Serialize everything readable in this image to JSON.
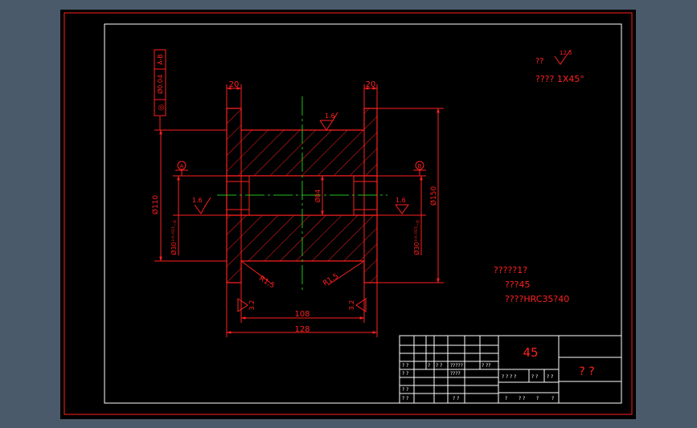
{
  "colors": {
    "background": "#4a5a6a",
    "paper": "#000000",
    "line": "#ff2020",
    "frame": "#ffffff",
    "centerline": "#20c020"
  },
  "dimensions": {
    "flange_width_left": "20",
    "flange_width_right": "20",
    "total_length": "128",
    "inner_length": "108",
    "diam_outer": "Ø150",
    "diam_hub": "Ø110",
    "diam_bore": "Ø84",
    "bore_left": "Ø30⁺⁰·⁰²¹₋₀",
    "bore_right": "Ø30⁺⁰·⁰²¹₋₀",
    "radius_left": "R1.5",
    "radius_right": "R1.5"
  },
  "tolerance_frame": {
    "symbol": "◎",
    "value": "Ø0.04",
    "datum": "A-B"
  },
  "datums": {
    "left": "A",
    "right": "B"
  },
  "roughness": {
    "top": "1.6",
    "left": "1.6",
    "right": "1.6",
    "bottom_left": "3.2",
    "bottom_right": "3.2"
  },
  "notes": {
    "roughness_corner": "??",
    "roughness_corner_value": "12.5",
    "chamfer_note": "???? 1X45°",
    "requirements": [
      "?????1?",
      "???45",
      "????HRC35?40"
    ]
  },
  "title_block": {
    "material": "45",
    "drawing_name": "? ?",
    "cells_left": [
      "? ?",
      "?",
      "? ?",
      "?????",
      "? ??",
      "????",
      "? ?",
      "? ?",
      "? ?"
    ],
    "cells_mid": [
      "? ? ? ?",
      "? ?",
      "? ?"
    ],
    "cells_bottom": [
      "?",
      "? ?",
      "?",
      "?"
    ]
  }
}
